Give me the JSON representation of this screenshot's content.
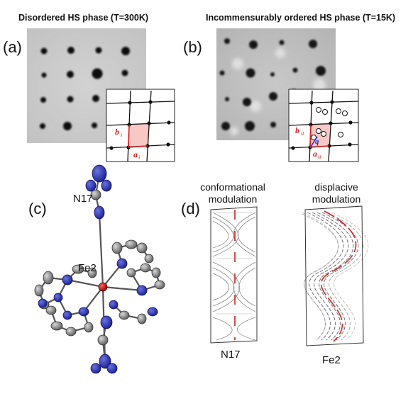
{
  "panels": {
    "a": {
      "label": "(a)",
      "title": "Disordered HS phase (T=300K)",
      "vector_b": "b",
      "vector_b_sub": "i",
      "vector_a": "a",
      "vector_a_sub": "i"
    },
    "b": {
      "label": "(b)",
      "title": "Incommensurably ordered HS phase (T=15K)",
      "vector_b": "b",
      "vector_b_sub": "it",
      "vector_a": "a",
      "vector_a_sub": "it",
      "vector_q": "q"
    },
    "c": {
      "label": "(c)",
      "atom_top": "N17",
      "atom_center": "Fe2"
    },
    "d": {
      "label": "(d)",
      "left_title_line1": "conformational",
      "left_title_line2": "modulation",
      "left_caption": "N17",
      "right_title_line1": "displacive",
      "right_title_line2": "modulation",
      "right_caption": "Fe2"
    }
  },
  "colors": {
    "highlight_fill": "#f8c8c4",
    "vector_red": "#d42020",
    "vector_blue": "#2030c8",
    "nitrogen_blue": "#2c34b4",
    "carbon_grey": "#8a8a8a",
    "iron_red": "#c81818"
  }
}
